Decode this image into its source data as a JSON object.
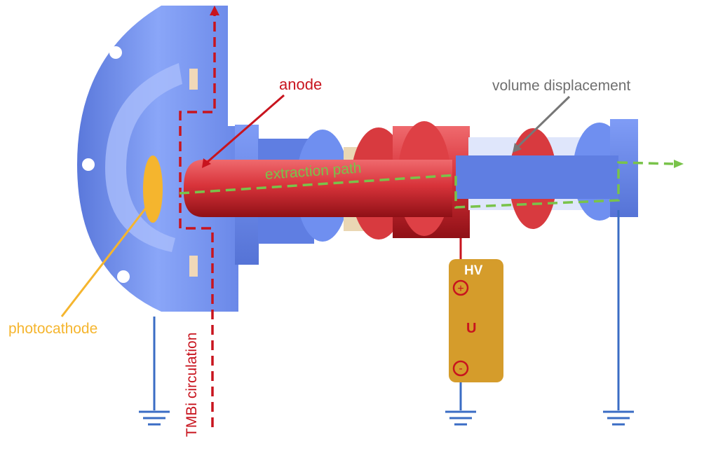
{
  "labels": {
    "anode": "anode",
    "volume_displacement": "volume displacement",
    "extraction_path": "extraction path",
    "photocathode": "photocathode",
    "tmbi_circulation": "TMBi circulation",
    "hv": "HV",
    "u": "U",
    "plus": "+",
    "minus": "-"
  },
  "colors": {
    "anode_red": "#c8141e",
    "ground_blue": "#3a6cc4",
    "part_blue": "#6f8ff0",
    "part_blue_dark": "#4a66c8",
    "part_red": "#d8333a",
    "extraction_green": "#79c34a",
    "photocathode_orange": "#f5b52e",
    "volume_gray": "#777777",
    "power_supply_fill": "#d59c2b",
    "hv_text": "#ffffff"
  },
  "icons": [
    "ground-symbol",
    "arrow-head"
  ]
}
